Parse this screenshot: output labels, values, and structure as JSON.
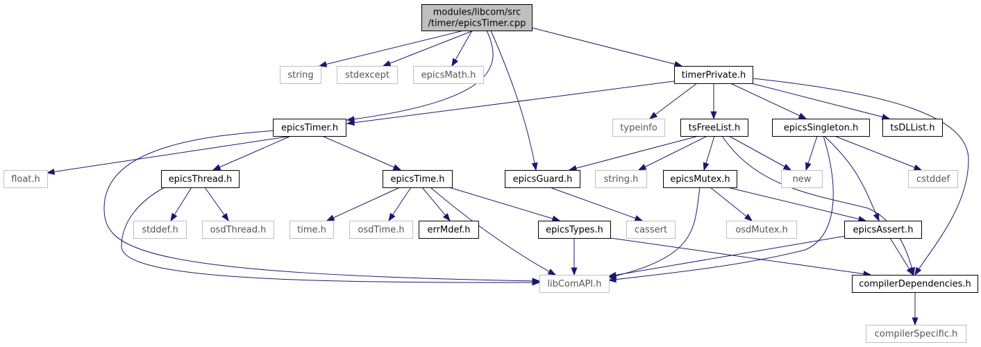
{
  "graph": {
    "root": "modules/libcom/src\n/timer/epicsTimer.cpp",
    "nodes": [
      {
        "id": "root",
        "label_lines": [
          "modules/libcom/src",
          "/timer/epicsTimer.cpp"
        ],
        "style": "root"
      },
      {
        "id": "string",
        "label_lines": [
          "string"
        ],
        "style": "external"
      },
      {
        "id": "stdexcept",
        "label_lines": [
          "stdexcept"
        ],
        "style": "external"
      },
      {
        "id": "epicsMath",
        "label_lines": [
          "epicsMath.h"
        ],
        "style": "external"
      },
      {
        "id": "timerPrivate",
        "label_lines": [
          "timerPrivate.h"
        ],
        "style": "documented"
      },
      {
        "id": "epicsTimer",
        "label_lines": [
          "epicsTimer.h"
        ],
        "style": "documented"
      },
      {
        "id": "typeinfo",
        "label_lines": [
          "typeinfo"
        ],
        "style": "external"
      },
      {
        "id": "tsFreeList",
        "label_lines": [
          "tsFreeList.h"
        ],
        "style": "documented"
      },
      {
        "id": "epicsSingleton",
        "label_lines": [
          "epicsSingleton.h"
        ],
        "style": "documented"
      },
      {
        "id": "tsDLList",
        "label_lines": [
          "tsDLList.h"
        ],
        "style": "documented"
      },
      {
        "id": "float",
        "label_lines": [
          "float.h"
        ],
        "style": "external"
      },
      {
        "id": "epicsThread",
        "label_lines": [
          "epicsThread.h"
        ],
        "style": "documented"
      },
      {
        "id": "epicsTime",
        "label_lines": [
          "epicsTime.h"
        ],
        "style": "documented"
      },
      {
        "id": "epicsGuard",
        "label_lines": [
          "epicsGuard.h"
        ],
        "style": "documented"
      },
      {
        "id": "stringh",
        "label_lines": [
          "string.h"
        ],
        "style": "external"
      },
      {
        "id": "epicsMutex",
        "label_lines": [
          "epicsMutex.h"
        ],
        "style": "documented"
      },
      {
        "id": "new",
        "label_lines": [
          "new"
        ],
        "style": "external"
      },
      {
        "id": "cstddef",
        "label_lines": [
          "cstddef"
        ],
        "style": "external"
      },
      {
        "id": "stddef",
        "label_lines": [
          "stddef.h"
        ],
        "style": "external"
      },
      {
        "id": "osdThread",
        "label_lines": [
          "osdThread.h"
        ],
        "style": "external"
      },
      {
        "id": "time",
        "label_lines": [
          "time.h"
        ],
        "style": "external"
      },
      {
        "id": "osdTime",
        "label_lines": [
          "osdTime.h"
        ],
        "style": "external"
      },
      {
        "id": "errMdef",
        "label_lines": [
          "errMdef.h"
        ],
        "style": "documented"
      },
      {
        "id": "epicsTypes",
        "label_lines": [
          "epicsTypes.h"
        ],
        "style": "documented"
      },
      {
        "id": "cassert",
        "label_lines": [
          "cassert"
        ],
        "style": "external"
      },
      {
        "id": "osdMutex",
        "label_lines": [
          "osdMutex.h"
        ],
        "style": "external"
      },
      {
        "id": "epicsAssert",
        "label_lines": [
          "epicsAssert.h"
        ],
        "style": "documented"
      },
      {
        "id": "libComAPI",
        "label_lines": [
          "libComAPI.h"
        ],
        "style": "external"
      },
      {
        "id": "compilerDependencies",
        "label_lines": [
          "compilerDependencies.h"
        ],
        "style": "documented"
      },
      {
        "id": "compilerSpecific",
        "label_lines": [
          "compilerSpecific.h"
        ],
        "style": "external"
      }
    ],
    "edges": [
      {
        "from": "root",
        "to": "string"
      },
      {
        "from": "root",
        "to": "stdexcept"
      },
      {
        "from": "root",
        "to": "epicsMath"
      },
      {
        "from": "root",
        "to": "timerPrivate"
      },
      {
        "from": "root",
        "to": "epicsTimer"
      },
      {
        "from": "root",
        "to": "epicsGuard"
      },
      {
        "from": "timerPrivate",
        "to": "epicsTimer"
      },
      {
        "from": "timerPrivate",
        "to": "typeinfo"
      },
      {
        "from": "timerPrivate",
        "to": "tsFreeList"
      },
      {
        "from": "timerPrivate",
        "to": "epicsSingleton"
      },
      {
        "from": "timerPrivate",
        "to": "tsDLList"
      },
      {
        "from": "timerPrivate",
        "to": "compilerDependencies"
      },
      {
        "from": "epicsTimer",
        "to": "float"
      },
      {
        "from": "epicsTimer",
        "to": "epicsThread"
      },
      {
        "from": "epicsTimer",
        "to": "epicsTime"
      },
      {
        "from": "epicsTimer",
        "to": "libComAPI"
      },
      {
        "from": "epicsThread",
        "to": "stddef"
      },
      {
        "from": "epicsThread",
        "to": "osdThread"
      },
      {
        "from": "epicsThread",
        "to": "libComAPI"
      },
      {
        "from": "epicsTime",
        "to": "time"
      },
      {
        "from": "epicsTime",
        "to": "osdTime"
      },
      {
        "from": "epicsTime",
        "to": "errMdef"
      },
      {
        "from": "epicsTime",
        "to": "epicsTypes"
      },
      {
        "from": "epicsTime",
        "to": "libComAPI"
      },
      {
        "from": "epicsTypes",
        "to": "libComAPI"
      },
      {
        "from": "epicsTypes",
        "to": "compilerDependencies"
      },
      {
        "from": "epicsGuard",
        "to": "cassert"
      },
      {
        "from": "tsFreeList",
        "to": "epicsGuard"
      },
      {
        "from": "tsFreeList",
        "to": "stringh"
      },
      {
        "from": "tsFreeList",
        "to": "epicsMutex"
      },
      {
        "from": "tsFreeList",
        "to": "new"
      },
      {
        "from": "tsFreeList",
        "to": "compilerDependencies"
      },
      {
        "from": "epicsMutex",
        "to": "osdMutex"
      },
      {
        "from": "epicsMutex",
        "to": "epicsAssert"
      },
      {
        "from": "epicsMutex",
        "to": "libComAPI"
      },
      {
        "from": "epicsSingleton",
        "to": "new"
      },
      {
        "from": "epicsSingleton",
        "to": "cstddef"
      },
      {
        "from": "epicsSingleton",
        "to": "epicsAssert"
      },
      {
        "from": "epicsSingleton",
        "to": "libComAPI"
      },
      {
        "from": "epicsAssert",
        "to": "libComAPI"
      },
      {
        "from": "epicsAssert",
        "to": "compilerDependencies"
      },
      {
        "from": "compilerDependencies",
        "to": "compilerSpecific"
      }
    ],
    "colors": {
      "edge": "#191970",
      "documented_border": "#000000",
      "external_border": "#bfbfbf",
      "external_text": "#555555",
      "root_fill": "#bfbfbf",
      "text": "#000000"
    }
  }
}
